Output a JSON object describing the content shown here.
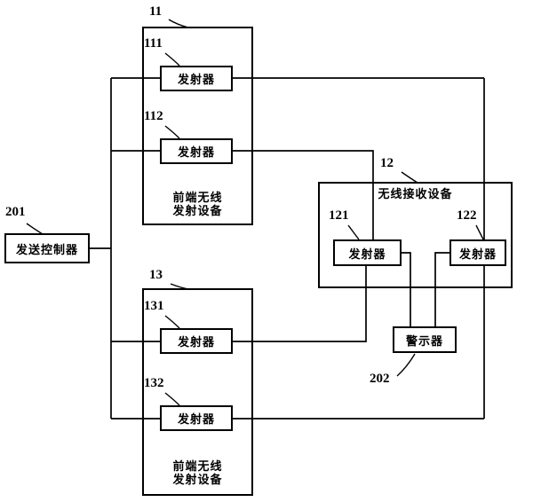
{
  "figure": {
    "controller": {
      "ref": "201",
      "label": "发送控制器"
    },
    "front_device_top": {
      "ref": "11",
      "caption": [
        "前端无线",
        "发射设备"
      ],
      "transmitter_1": {
        "ref": "111",
        "label": "发射器"
      },
      "transmitter_2": {
        "ref": "112",
        "label": "发射器"
      }
    },
    "front_device_bottom": {
      "ref": "13",
      "caption": [
        "前端无线",
        "发射设备"
      ],
      "transmitter_1": {
        "ref": "131",
        "label": "发射器"
      },
      "transmitter_2": {
        "ref": "132",
        "label": "发射器"
      }
    },
    "receiver_device": {
      "ref": "12",
      "title": "无线接收设备",
      "unit_1": {
        "ref": "121",
        "label": "发射器"
      },
      "unit_2": {
        "ref": "122",
        "label": "发射器"
      }
    },
    "alarm": {
      "ref": "202",
      "label": "警示器"
    },
    "line_color": "#000000",
    "background_color": "#ffffff"
  }
}
